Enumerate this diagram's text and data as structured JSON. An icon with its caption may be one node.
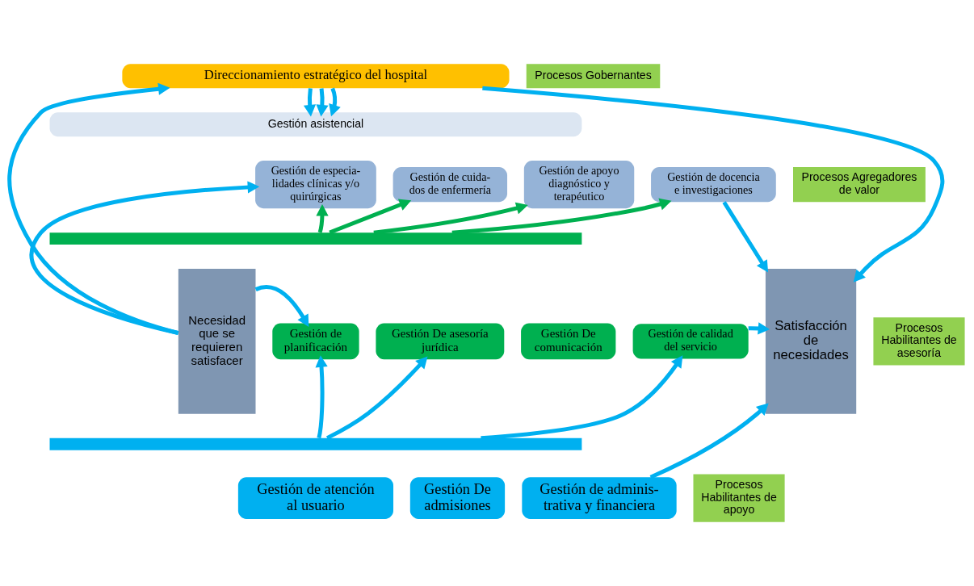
{
  "diagram": {
    "nodes": [
      {
        "text": [
          "Necesidad que se requieren satisfacer"
        ]
      },
      {
        "text": [
          "Direccionamiento estratégico del hospital"
        ]
      },
      {
        "text": [
          "Gestión asistencial"
        ]
      },
      {
        "text": [
          "Gestión de especia- lidades clínicas y/o quirúrgicas"
        ]
      },
      {
        "text": [
          "Gestión de cuida- dos de enfermería"
        ]
      },
      {
        "text": [
          "Gestión de apoyo diagnóstico y terapéutico"
        ]
      },
      {
        "text": [
          "Gestión de docencia e investigaciones"
        ]
      },
      {
        "text": [],
        "shape": "bar"
      },
      {
        "text": [
          "Gestión de planificación"
        ]
      },
      {
        "text": [
          "Gestión De asesoría jurídica"
        ]
      },
      {
        "text": [
          "Gestión De comunicación"
        ]
      },
      {
        "text": [
          "Gestión de calidad del servicio"
        ]
      },
      {
        "text": [],
        "shape": "bar"
      },
      {
        "text": [
          "Gestión de atención al usuario"
        ]
      },
      {
        "text": [
          "Gestión De admisiones"
        ]
      },
      {
        "text": [
          "Gestión de adminis- trativa y financiera"
        ]
      },
      {
        "text": [
          "Satisfacción de necesidades"
        ]
      },
      {
        "text": [
          "Procesos Gobernantes"
        ]
      },
      {
        "text": [
          "Procesos Agregadores de valor"
        ]
      },
      {
        "text": [
          "Procesos Habilitantes de asesoría"
        ]
      },
      {
        "text": [
          "Procesos Habilitantes de apoyo"
        ]
      }
    ],
    "edges": [
      {
        "from": 0,
        "to": 1,
        "arrow": "to"
      },
      {
        "from": 0,
        "to": 3,
        "arrow": "to"
      },
      {
        "from": 0,
        "to": 8,
        "arrow": "to"
      },
      {
        "from": 1,
        "to": 2,
        "arrow": "to"
      },
      {
        "from": 1,
        "to": 2,
        "arrow": "to"
      },
      {
        "from": 1,
        "to": 2,
        "arrow": "to"
      },
      {
        "from": 7,
        "to": 3,
        "arrow": "to",
        "color": "#00b050"
      },
      {
        "from": 7,
        "to": 4,
        "arrow": "to",
        "color": "#00b050"
      },
      {
        "from": 7,
        "to": 5,
        "arrow": "to",
        "color": "#00b050"
      },
      {
        "from": 7,
        "to": 6,
        "arrow": "to",
        "color": "#00b050"
      },
      {
        "from": 12,
        "to": 8,
        "arrow": "to"
      },
      {
        "from": 12,
        "to": 9,
        "arrow": "to"
      },
      {
        "from": 12,
        "to": 11,
        "arrow": "to"
      },
      {
        "from": 1,
        "to": 16,
        "arrow": "to"
      },
      {
        "from": 6,
        "to": 16,
        "arrow": "to"
      },
      {
        "from": 11,
        "to": 16,
        "arrow": "to"
      },
      {
        "from": 15,
        "to": 16,
        "arrow": "to"
      }
    ]
  }
}
